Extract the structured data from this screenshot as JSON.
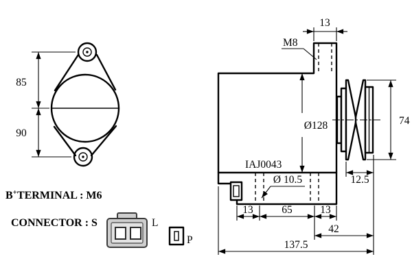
{
  "drawing": {
    "front": {
      "dim_top": "85",
      "dim_bottom": "90"
    },
    "side": {
      "boss_width": "13",
      "thread": "M8",
      "body_dia": "Ø128",
      "pulley_dia": "74",
      "pulley_width": "12.5",
      "part_no": "IAJ0043",
      "hole_dia": "Ø 10.5",
      "foot_left": "13",
      "hole_pitch": "65",
      "foot_right": "13",
      "pulley_offset": "42",
      "overall": "137.5"
    },
    "notes": {
      "terminal_b": "B",
      "terminal_sup": "+",
      "terminal_rest": "TERMINAL : M6",
      "connector": "CONNECTOR : S",
      "label_l": "L",
      "label_p": "P"
    },
    "colors": {
      "line": "#000000",
      "connector_fill": "#cfcfcf"
    }
  }
}
